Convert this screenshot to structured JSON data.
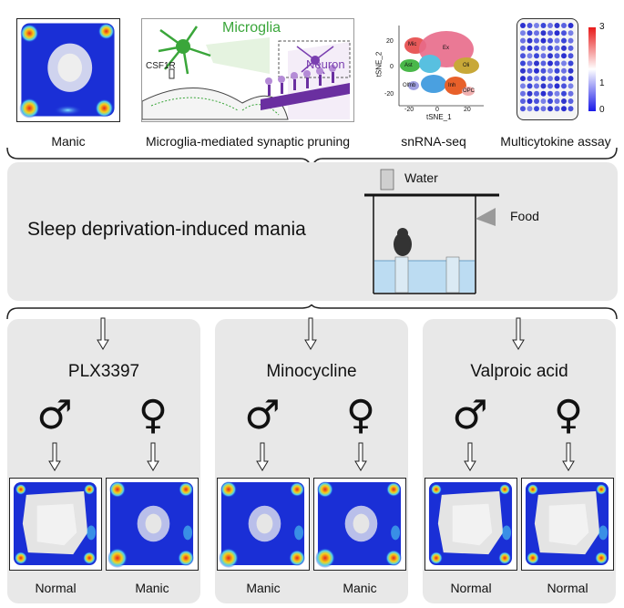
{
  "top": {
    "labels": {
      "manic": "Manic",
      "pruning": "Microglia-mediated synaptic pruning",
      "snrna": "snRNA-seq",
      "multicytokine": "Multicytokine assay"
    },
    "pruning_panel": {
      "microglia": "Microglia",
      "neuron": "Neuron",
      "csf1r": "CSF1R"
    },
    "tsne": {
      "xlabel": "tSNE_1",
      "ylabel": "tSNE_2",
      "xticks": [
        "-20",
        "0",
        "20"
      ],
      "yticks": [
        "20",
        "0",
        "-20"
      ],
      "clusters": [
        "Mic",
        "Ast",
        "Ex",
        "Oli",
        "Inh",
        "OPC",
        "Olfnb"
      ]
    },
    "scale": {
      "max": "3",
      "mid": "1",
      "min": "0"
    }
  },
  "middle": {
    "title": "Sleep deprivation-induced mania",
    "water": "Water",
    "food": "Food"
  },
  "groups": [
    {
      "title": "PLX3397",
      "male_symbol": "♂",
      "female_symbol": "♀",
      "male_result": "Normal",
      "female_result": "Manic"
    },
    {
      "title": "Minocycline",
      "male_symbol": "♂",
      "female_symbol": "♀",
      "male_result": "Manic",
      "female_result": "Manic"
    },
    {
      "title": "Valproic acid",
      "male_symbol": "♂",
      "female_symbol": "♀",
      "male_result": "Normal",
      "female_result": "Normal"
    }
  ],
  "colors": {
    "panel": "#e8e8e8",
    "heat_blue": "#1a2fd6",
    "heat_red": "#e8261a",
    "microglia": "#3aa63a",
    "neuron": "#7a3fb0"
  }
}
